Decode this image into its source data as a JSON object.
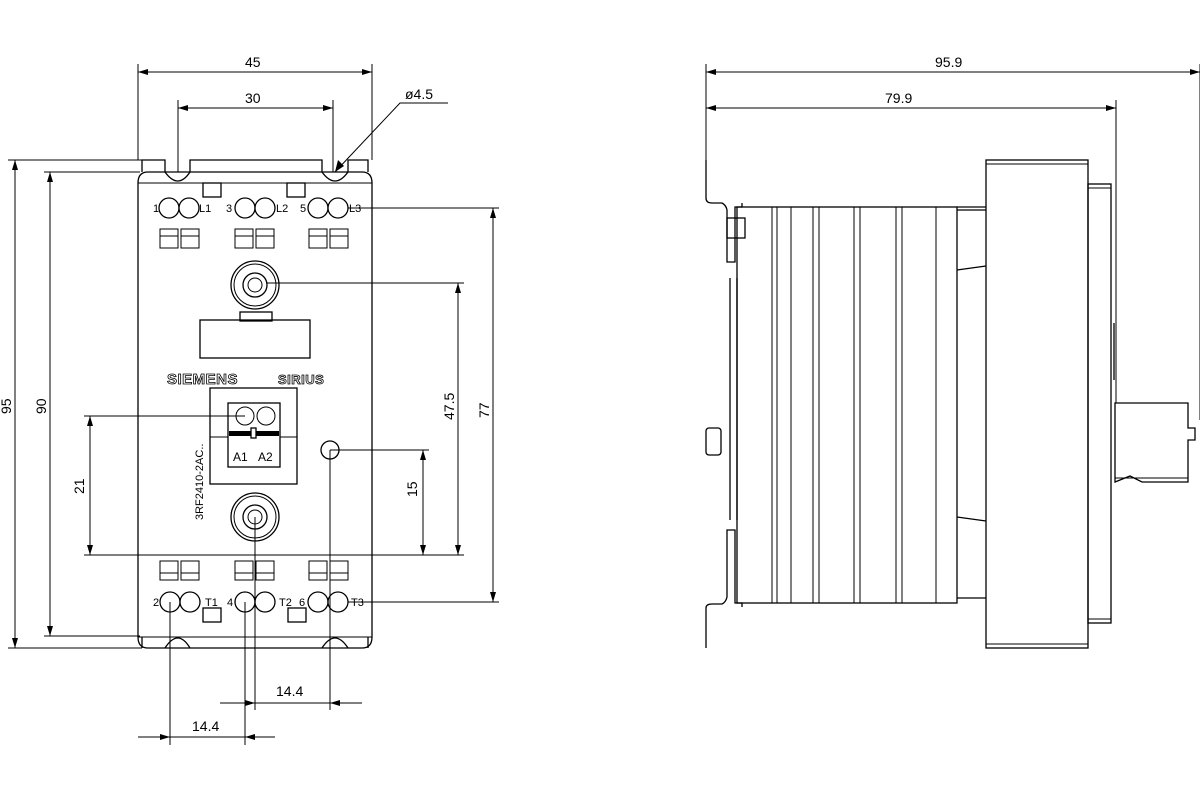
{
  "front_view": {
    "dimensions": {
      "width_total": "45",
      "hole_spacing": "30",
      "hole_diameter": "ø4.5",
      "height_total": "95",
      "height_body": "90",
      "connector_offset": "21",
      "screw_spacing": "47.5",
      "terminal_spacing": "77",
      "led_offset": "15",
      "pitch_upper": "14.4",
      "pitch_lower": "14.4"
    },
    "top_terminals": [
      "1",
      "L1",
      "3",
      "L2",
      "5",
      "L3"
    ],
    "bottom_terminals": [
      "2",
      "T1",
      "4",
      "T2",
      "6",
      "T3"
    ],
    "control_terminals": [
      "A1",
      "A2"
    ],
    "brand": "SIEMENS",
    "product_line": "SIRIUS",
    "type_label": "3RF2410-2AC.."
  },
  "side_view": {
    "dimensions": {
      "depth_total": "95.9",
      "depth_body": "79.9"
    }
  }
}
